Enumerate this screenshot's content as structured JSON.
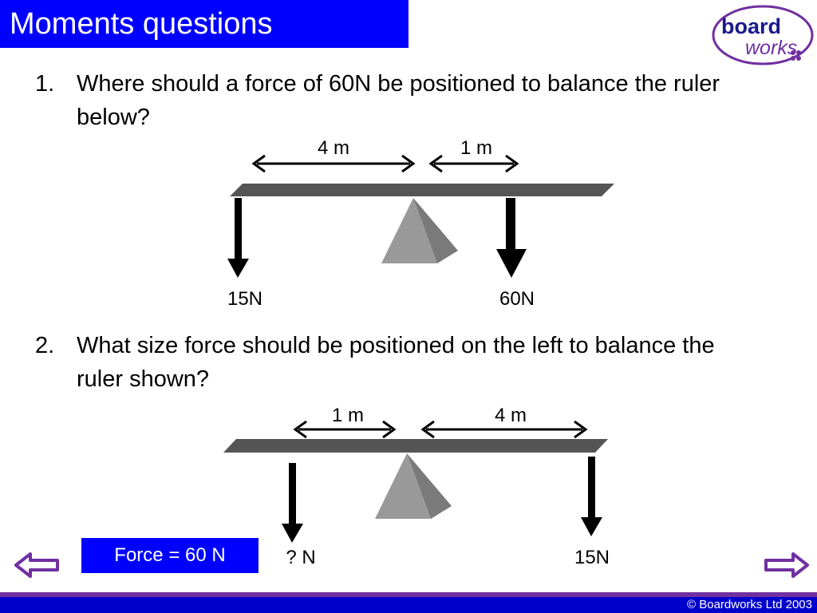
{
  "header": {
    "title": "Moments questions"
  },
  "logo": {
    "word1": "board",
    "word2": "works",
    "icon": "boardworks-logo"
  },
  "questions": [
    {
      "number": "1.",
      "text": "Where should a force of 60N be positioned to balance the ruler below?"
    },
    {
      "number": "2.",
      "text": "What size force should be positioned on the left to balance the ruler shown?"
    }
  ],
  "diagram1": {
    "left_distance": "4 m",
    "right_distance": "1 m",
    "left_force": "15N",
    "right_force": "60N"
  },
  "diagram2": {
    "left_distance": "1 m",
    "right_distance": "4 m",
    "left_force": "? N",
    "right_force": "15N"
  },
  "answer": {
    "label": "Force = 60 N"
  },
  "nav": {
    "back_icon": "back-arrow-icon",
    "forward_icon": "forward-arrow-icon"
  },
  "footer": {
    "copyright": "© Boardworks Ltd 2003"
  },
  "colors": {
    "title_bg": "#0000ff",
    "logo_purple": "#7030a0",
    "beam": "#555555",
    "pivot": "#999999",
    "footer_blue": "#0000cc"
  }
}
